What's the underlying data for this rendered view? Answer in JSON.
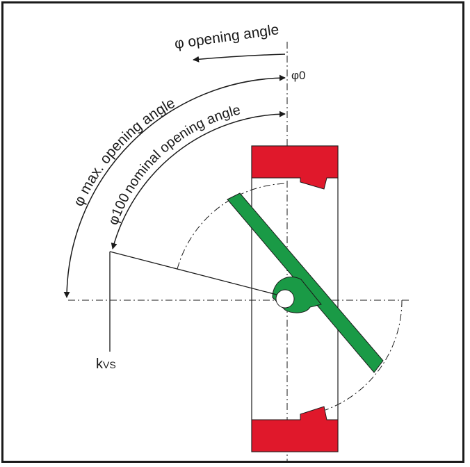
{
  "diagram": {
    "labels": {
      "opening_angle": "φ opening angle",
      "phi_zero": "φ0",
      "max_opening_angle": "φ max. opening angle",
      "nominal_phi": "φ100",
      "nominal_text": "nominal opening angle",
      "kvs_k": "k",
      "kvs_sub": "VS"
    },
    "colors": {
      "seat": "#e0182b",
      "disc": "#1a9a46",
      "line": "#1a1a1a",
      "background": "#ffffff"
    }
  }
}
